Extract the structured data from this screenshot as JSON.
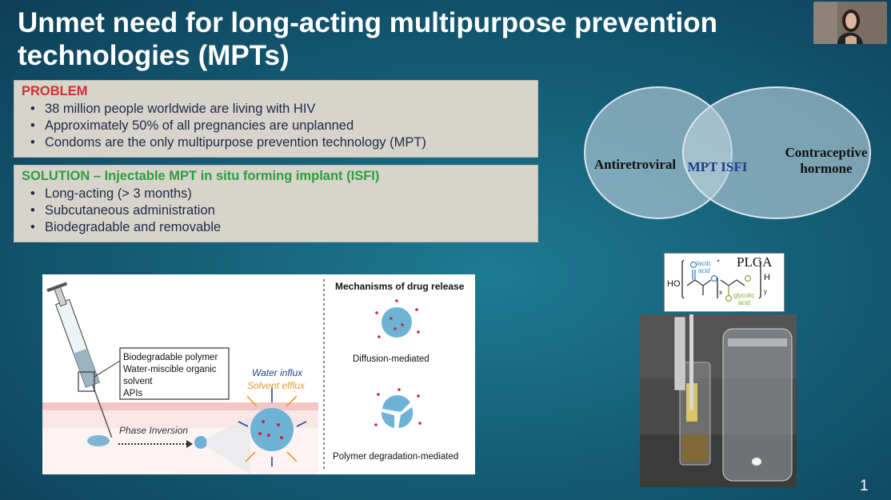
{
  "slide": {
    "title": "Unmet need for long-acting multipurpose prevention technologies (MPTs)",
    "page_number": "1",
    "colors": {
      "problem_heading": "#d32f2f",
      "solution_heading": "#2e9e3e",
      "venn_fill": "#bcd0dc"
    }
  },
  "problem": {
    "heading": "PROBLEM",
    "items": [
      "38 million people worldwide are living with HIV",
      "Approximately 50% of all pregnancies are unplanned",
      "Condoms are the only multipurpose prevention technology (MPT)"
    ]
  },
  "solution": {
    "heading": "SOLUTION – Injectable MPT in situ forming implant (ISFI)",
    "items": [
      "Long-acting (> 3 months)",
      "Subcutaneous administration",
      "Biodegradable and removable"
    ]
  },
  "venn": {
    "left": "Antiretroviral",
    "center": "MPT ISFI",
    "right_line1": "Contraceptive",
    "right_line2": "hormone"
  },
  "plga": {
    "title": "PLGA",
    "lactic": [
      "lactic",
      "acid"
    ],
    "glycolic": [
      "glycolic",
      "acid"
    ],
    "ho": "HO",
    "h": "H",
    "x": "x",
    "y": "y"
  },
  "diagram": {
    "composition": [
      "Biodegradable polymer",
      "Water-miscible organic",
      "solvent",
      "APIs"
    ],
    "water_influx": "Water influx",
    "solvent_efflux": "Solvent efflux",
    "phase_inversion": "Phase Inversion",
    "mechanisms_title": "Mechanisms of drug release",
    "diffusion": "Diffusion-mediated",
    "degradation": "Polymer degradation-mediated"
  },
  "icons": [
    "speaker-webcam-icon",
    "syringe-icon",
    "implant-sphere-icon",
    "vial-photo-icon"
  ]
}
